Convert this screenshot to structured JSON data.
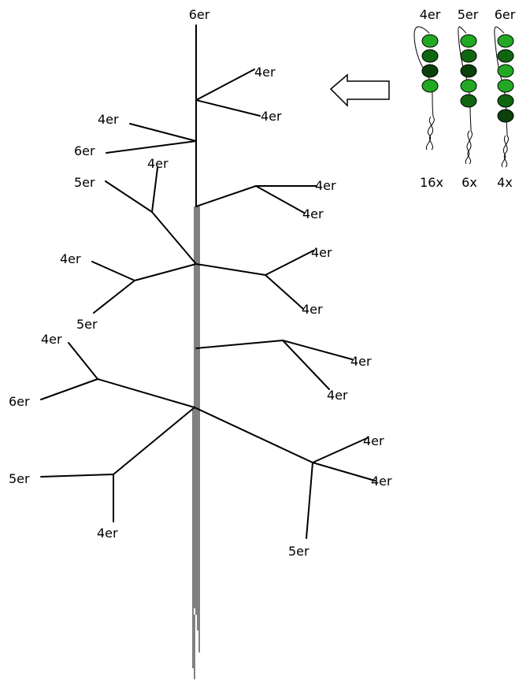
{
  "tree": {
    "trunk_label": "6er",
    "branch_labels": [
      "4er",
      "4er",
      "4er",
      "6er",
      "5er",
      "4er",
      "4er",
      "4er",
      "4er",
      "5er",
      "4er",
      "4er",
      "4er",
      "4er",
      "4er",
      "6er",
      "5er",
      "4er",
      "4er",
      "4er",
      "5er"
    ]
  },
  "legend": {
    "chains": [
      {
        "label": "4er",
        "count": "16x",
        "beads": [
          "#22a822",
          "#106610",
          "#0a400a",
          "#22a822"
        ]
      },
      {
        "label": "5er",
        "count": "6x",
        "beads": [
          "#22a822",
          "#106610",
          "#0a400a",
          "#22a822",
          "#106610"
        ]
      },
      {
        "label": "6er",
        "count": "4x",
        "beads": [
          "#22a822",
          "#106610",
          "#22a822",
          "#22a822",
          "#106610",
          "#0a400a"
        ]
      }
    ]
  },
  "colors": {
    "light_green": "#22a822",
    "mid_green": "#106610",
    "dark_green": "#0a400a",
    "line": "#000000"
  }
}
